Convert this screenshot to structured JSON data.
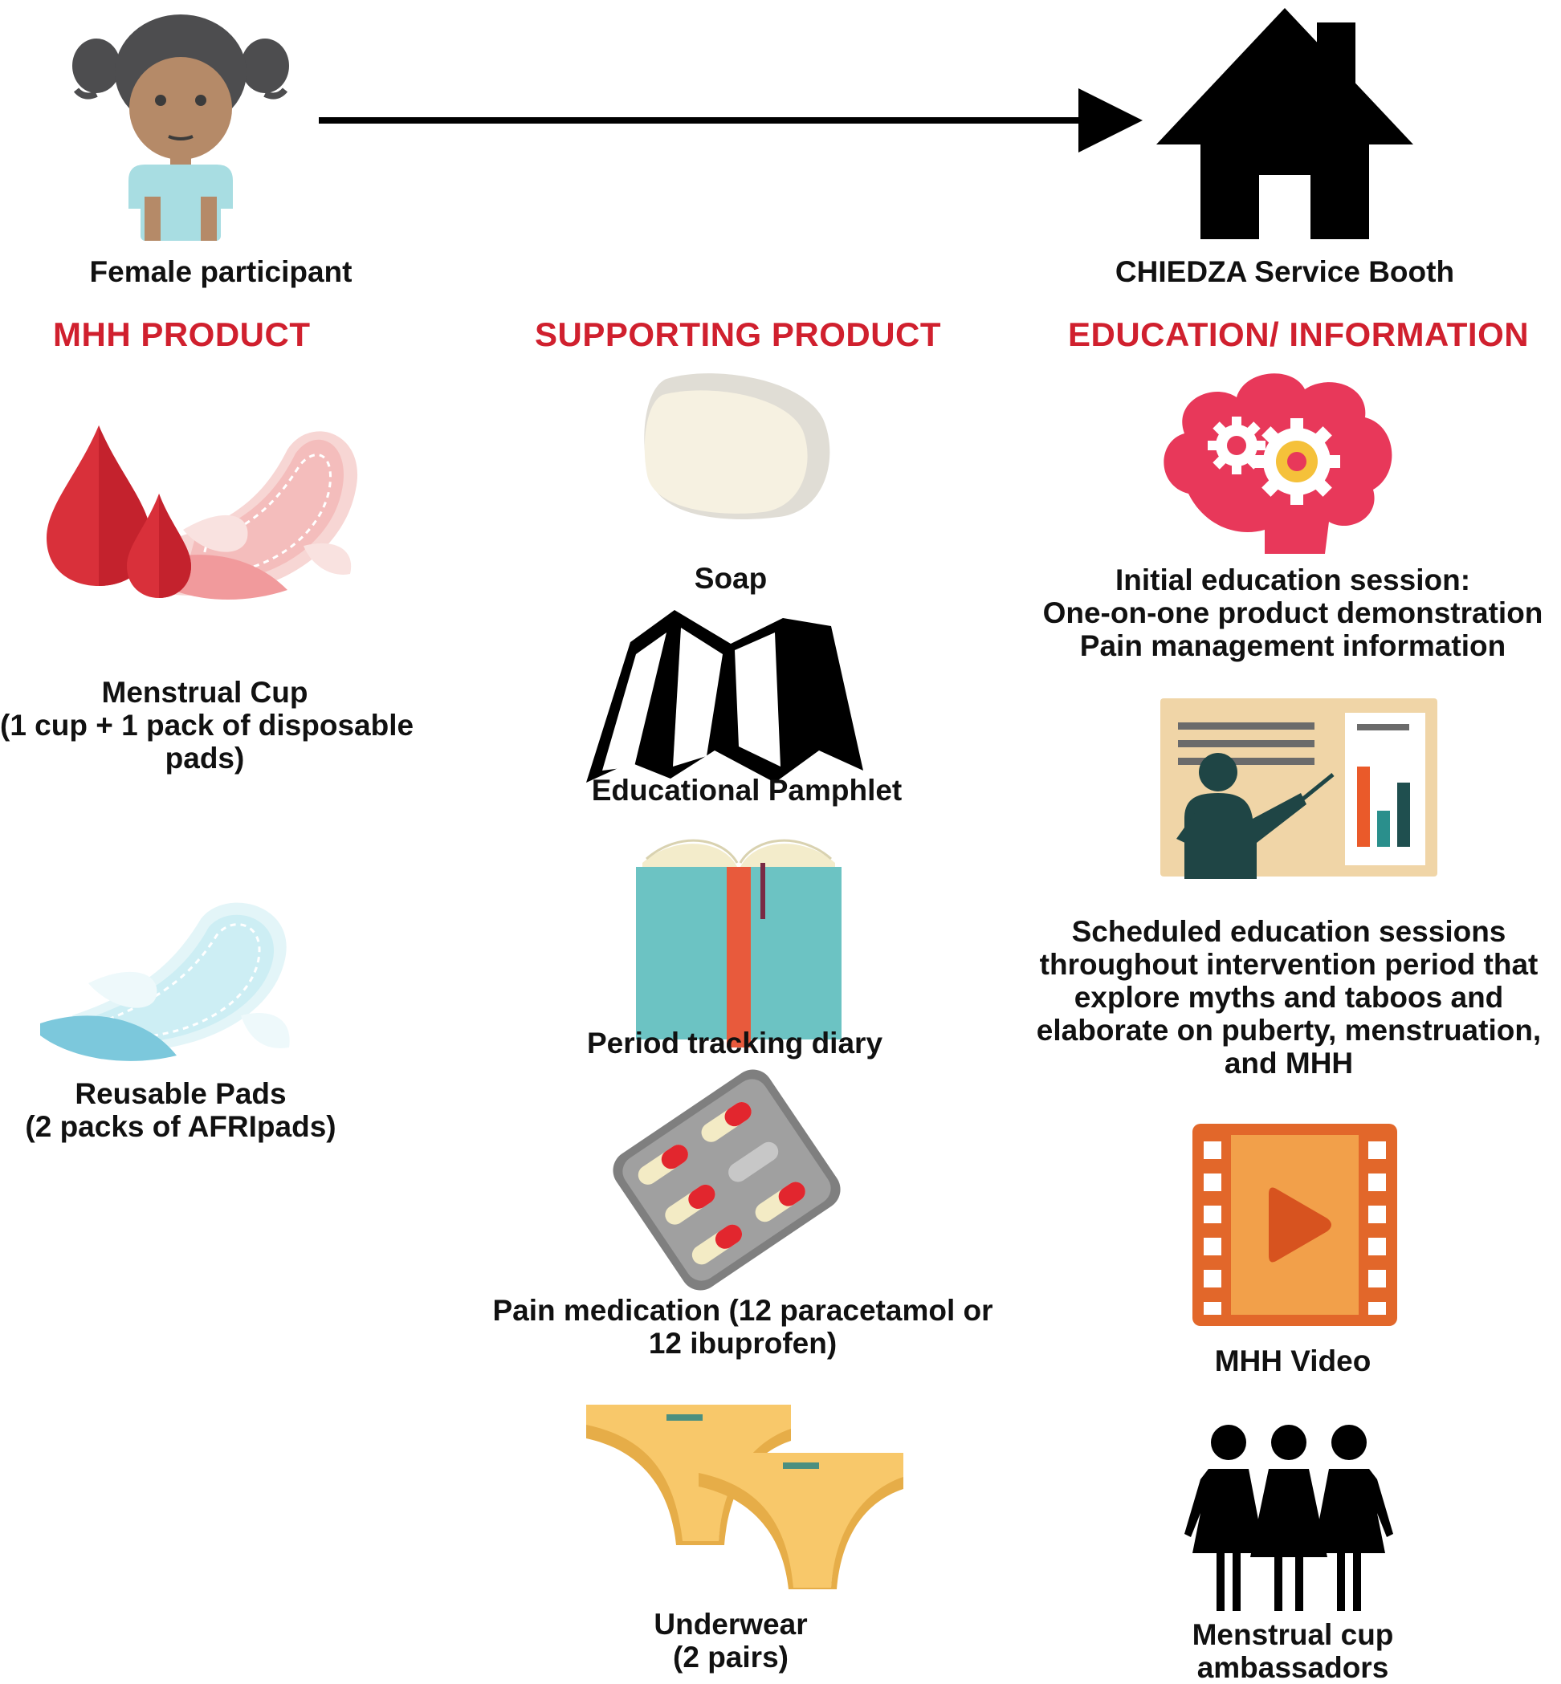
{
  "top": {
    "participant_label": "Female participant",
    "booth_label": "CHIEDZA Service Booth"
  },
  "columns": {
    "mhh_header": "MHH PRODUCT",
    "supporting_header": "SUPPORTING PRODUCT",
    "education_header": "EDUCATION/ INFORMATION"
  },
  "mhh_products": [
    {
      "lines": [
        "Menstrual Cup",
        "(1 cup + 1 pack of disposable",
        "pads)"
      ],
      "icon": "blood-drops-pad-icon"
    },
    {
      "lines": [
        "Reusable Pads",
        "(2 packs of AFRIpads)"
      ],
      "icon": "reusable-pad-icon"
    }
  ],
  "supporting_products": [
    {
      "lines": [
        "Soap"
      ],
      "icon": "soap-icon"
    },
    {
      "lines": [
        "Educational  Pamphlet"
      ],
      "icon": "pamphlet-icon"
    },
    {
      "lines": [
        "Period tracking diary"
      ],
      "icon": "book-icon"
    },
    {
      "lines": [
        "Pain medication (12 paracetamol or",
        "12 ibuprofen)"
      ],
      "icon": "pill-blister-icon"
    },
    {
      "lines": [
        "Underwear",
        "(2 pairs)"
      ],
      "icon": "underwear-icon"
    }
  ],
  "education_items": [
    {
      "lines": [
        "Initial education session:",
        "One-on-one product demonstration",
        "Pain management information"
      ],
      "icon": "brain-gears-icon"
    },
    {
      "lines": [
        "Scheduled education sessions",
        "throughout intervention period that",
        "explore myths and taboos and",
        "elaborate on puberty, menstruation,",
        "and MHH"
      ],
      "icon": "presenter-board-icon"
    },
    {
      "lines": [
        "MHH Video"
      ],
      "icon": "video-film-icon"
    },
    {
      "lines": [
        "Menstrual cup",
        "ambassadors"
      ],
      "icon": "three-women-icon"
    }
  ],
  "colors": {
    "header_red": "#d0202e",
    "blood_red": "#d9303a",
    "pad_pink": "#f4c5c4",
    "pad_blue": "#cdeef4",
    "book_teal": "#6cc3c3",
    "book_spine": "#e85a3c",
    "video_orange": "#e2672a",
    "underwear_yellow": "#f8c86a",
    "cloud_pink": "#e8385a"
  }
}
